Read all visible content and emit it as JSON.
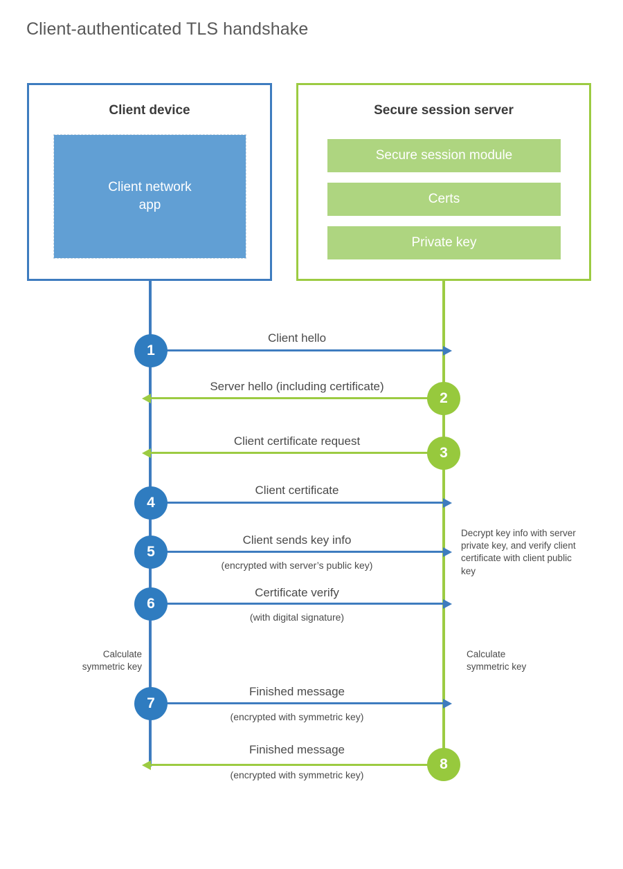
{
  "title": "Client-authenticated TLS handshake",
  "colors": {
    "client_blue": "#3e7cbf",
    "client_app_fill": "#619fd4",
    "server_green": "#9ccb42",
    "server_bar_fill": "#aed580",
    "badge_blue": "#2f7cc0",
    "badge_green": "#97c93d",
    "text": "#4a4a4a"
  },
  "client": {
    "title": "Client device",
    "app_label": "Client network\napp"
  },
  "server": {
    "title": "Secure session server",
    "bars": [
      {
        "label": "Secure session module"
      },
      {
        "label": "Certs"
      },
      {
        "label": "Private key"
      }
    ]
  },
  "steps": [
    {
      "number": "1",
      "label": "Client hello",
      "sublabel": "",
      "direction": "client-to-server",
      "color": "blue"
    },
    {
      "number": "2",
      "label": "Server hello (including certificate)",
      "sublabel": "",
      "direction": "server-to-client",
      "color": "green"
    },
    {
      "number": "3",
      "label": "Client certificate request",
      "sublabel": "",
      "direction": "server-to-client",
      "color": "green"
    },
    {
      "number": "4",
      "label": "Client certificate",
      "sublabel": "",
      "direction": "client-to-server",
      "color": "blue"
    },
    {
      "number": "5",
      "label": "Client sends key info",
      "sublabel": "(encrypted with server’s public key)",
      "direction": "client-to-server",
      "color": "blue"
    },
    {
      "number": "6",
      "label": "Certificate verify",
      "sublabel": "(with digital signature)",
      "direction": "client-to-server",
      "color": "blue"
    },
    {
      "number": "7",
      "label": "Finished message",
      "sublabel": "(encrypted with symmetric key)",
      "direction": "client-to-server",
      "color": "blue"
    },
    {
      "number": "8",
      "label": "Finished message",
      "sublabel": "(encrypted with symmetric key)",
      "direction": "server-to-client",
      "color": "green"
    }
  ],
  "notes": {
    "server_decrypt": "Decrypt key info with server private key, and verify client certificate with client public key",
    "client_symmetric": "Calculate\nsymmetric key",
    "server_symmetric": "Calculate\nsymmetric key"
  }
}
